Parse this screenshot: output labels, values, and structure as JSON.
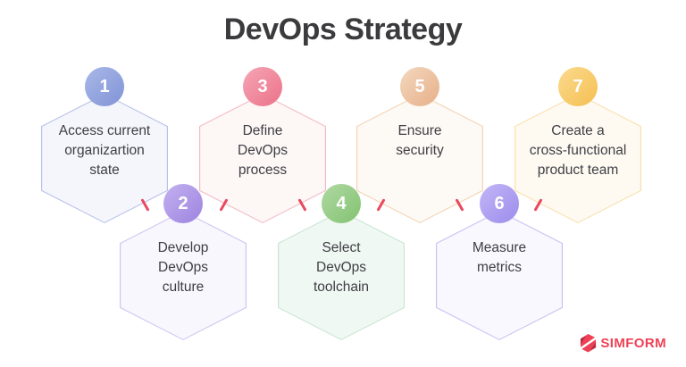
{
  "title": "DevOps Strategy",
  "steps": [
    {
      "number": "1",
      "label": "Access current\norganizartion\nstate",
      "circle_from": "#aab8e8",
      "circle_to": "#8093d6",
      "border": "#b7c1ea",
      "fill": "#f4f6fb"
    },
    {
      "number": "2",
      "label": "Develop\nDevOps\nculture",
      "circle_from": "#c3b1f0",
      "circle_to": "#9d83e0",
      "border": "#cfc5f1",
      "fill": "#f8f7fd"
    },
    {
      "number": "3",
      "label": "Define\nDevOps\nprocess",
      "circle_from": "#f5a6b5",
      "circle_to": "#ec7188",
      "border": "#f3bbc5",
      "fill": "#fdf7f6"
    },
    {
      "number": "4",
      "label": "Select\nDevOps\ntoolchain",
      "circle_from": "#b0d9a2",
      "circle_to": "#82c271",
      "border": "#c9e6d5",
      "fill": "#f0f8f3"
    },
    {
      "number": "5",
      "label": "Ensure\nsecurity",
      "circle_from": "#f3d8bf",
      "circle_to": "#e7af88",
      "border": "#f3d4b4",
      "fill": "#fdf9f4"
    },
    {
      "number": "6",
      "label": "Measure\nmetrics",
      "circle_from": "#c3b6f6",
      "circle_to": "#9c8cec",
      "border": "#cac1f3",
      "fill": "#f8f8fe"
    },
    {
      "number": "7",
      "label": "Create a\ncross-functional\nproduct team",
      "circle_from": "#fbda8e",
      "circle_to": "#f5bf53",
      "border": "#f8e0ab",
      "fill": "#fefaf2"
    }
  ],
  "connector_color": "#e8495f",
  "brand": {
    "name": "SIMFORM",
    "color": "#ee4156",
    "accent_dark": "#b72c44"
  },
  "title_color": "#3b3b3d",
  "text_color": "#3e3e44"
}
